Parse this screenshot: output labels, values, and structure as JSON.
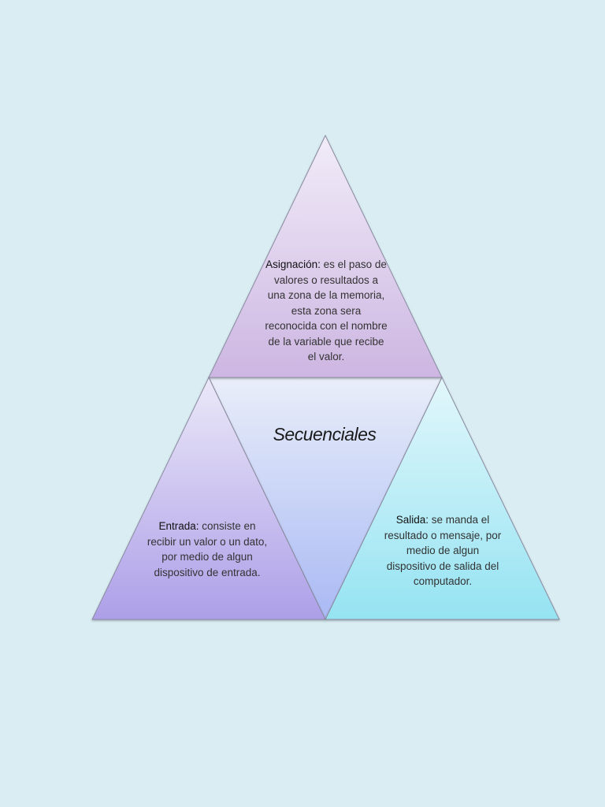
{
  "diagram": {
    "center_title": "Secuenciales",
    "top": {
      "heading": "Asignación:",
      "body": " es el paso de valores o resultados a una zona de la memoria, esta zona sera reconocida con el nombre de la variable que recibe el valor."
    },
    "left": {
      "heading": "Entrada:",
      "body": " consiste en recibir un valor o un dato, por medio de algun dispositivo de entrada."
    },
    "right": {
      "heading": "Salida:",
      "body": " se manda el resultado o mensaje, por medio de algun dispositivo de salida del computador."
    }
  },
  "colors": {
    "background": "#d9edf3",
    "top_triangle": "#d8c4e8",
    "left_triangle": "#b7a8ea",
    "right_triangle": "#9ee6f3",
    "center_triangle": "#c2cdf6"
  }
}
